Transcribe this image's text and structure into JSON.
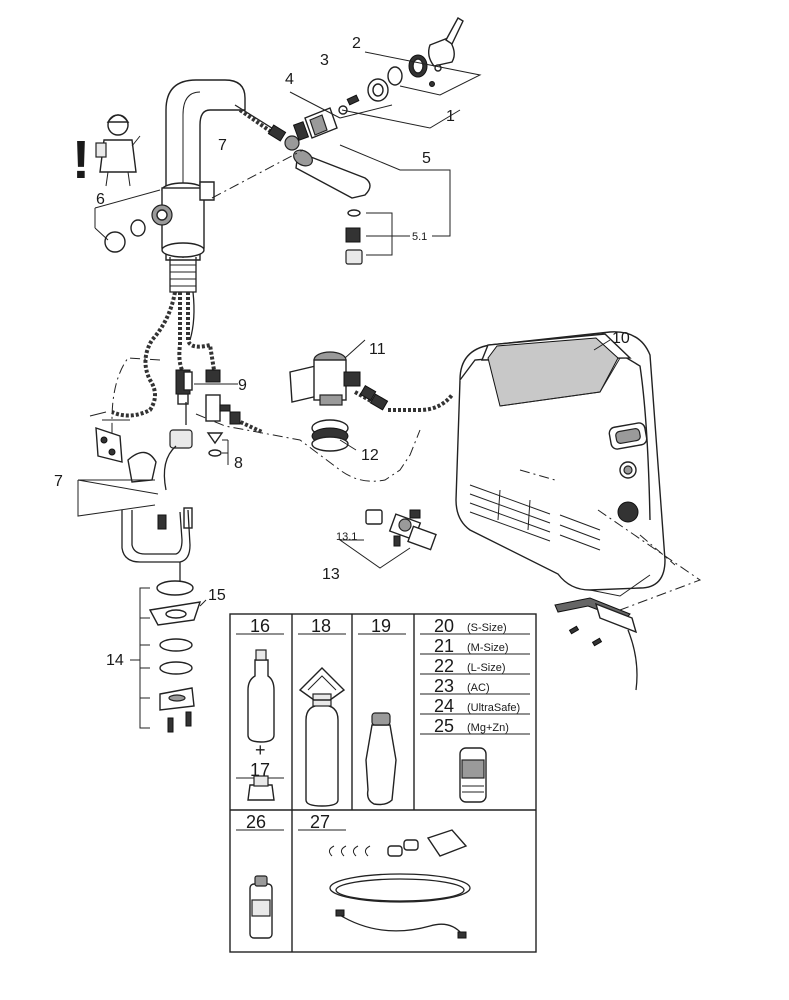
{
  "warning_mark": "!",
  "labels": {
    "p1": "1",
    "p2": "2",
    "p3": "3",
    "p4": "4",
    "p5": "5",
    "p5_1": "5.1",
    "p6": "6",
    "p7a": "7",
    "p7b": "7",
    "p8": "8",
    "p9": "9",
    "p10": "10",
    "p11": "11",
    "p12": "12",
    "p13": "13",
    "p13_1": "13.1",
    "p14": "14",
    "p15": "15"
  },
  "accessories": {
    "c16": "16",
    "plus": "+",
    "c17": "17",
    "c18": "18",
    "c19": "19",
    "sizes": [
      {
        "num": "20",
        "note": "(S-Size)"
      },
      {
        "num": "21",
        "note": "(M-Size)"
      },
      {
        "num": "22",
        "note": "(L-Size)"
      },
      {
        "num": "23",
        "note": "(AC)"
      },
      {
        "num": "24",
        "note": "(UltraSafe)"
      },
      {
        "num": "25",
        "note": "(Mg+Zn)"
      }
    ],
    "c26": "26",
    "c27": "27"
  },
  "colors": {
    "line": "#222222",
    "background": "#ffffff",
    "shade": "#9a9a9a"
  }
}
